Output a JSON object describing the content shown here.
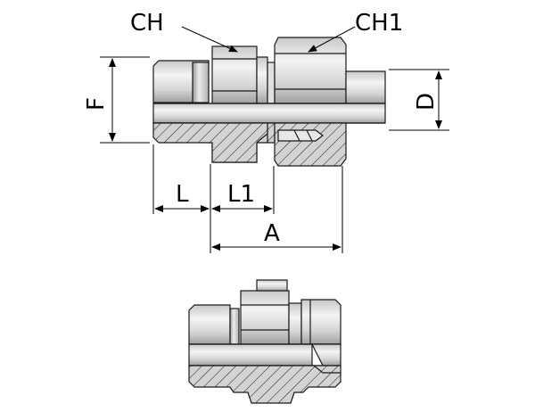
{
  "labels": {
    "ch": "CH",
    "ch1": "CH1",
    "f": "F",
    "d": "D",
    "l": "L",
    "l1": "L1",
    "a": "A"
  },
  "colors": {
    "metal_light": "#e6e6e6",
    "metal_mid": "#c9c9c9",
    "metal_dark": "#8f8f8f",
    "section": "#d3d3d3",
    "outline": "#1a1a1a"
  }
}
